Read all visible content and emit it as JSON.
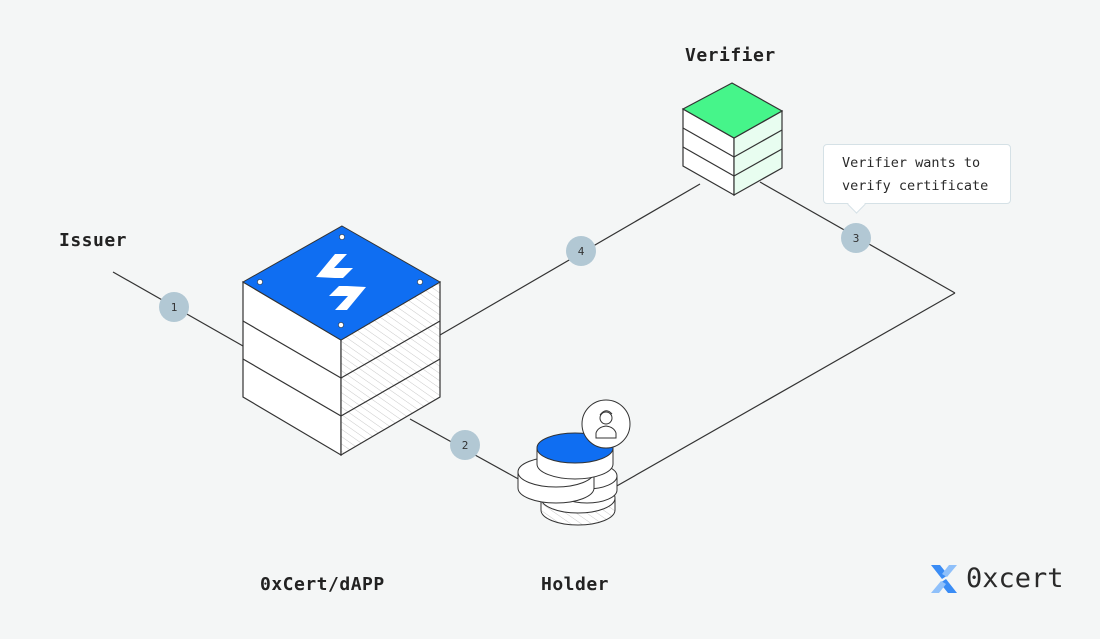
{
  "nodes": {
    "issuer": {
      "label": "Issuer"
    },
    "dapp": {
      "label": "0xCert/dAPP"
    },
    "holder": {
      "label": "Holder"
    },
    "verifier": {
      "label": "Verifier"
    }
  },
  "steps": [
    {
      "number": "1"
    },
    {
      "number": "2"
    },
    {
      "number": "3"
    },
    {
      "number": "4"
    }
  ],
  "tooltip": {
    "line1": "Verifier wants to",
    "line2": "verify certificate"
  },
  "brand": {
    "name": "0xcert"
  },
  "colors": {
    "background": "#f4f6f6",
    "dapp_top": "#0f6ef2",
    "verifier_top": "#46f58a",
    "verifier_side": "#e8fdf0",
    "holder_top": "#0f6ef2",
    "badge": "#b2c8d4",
    "line": "#333333"
  }
}
